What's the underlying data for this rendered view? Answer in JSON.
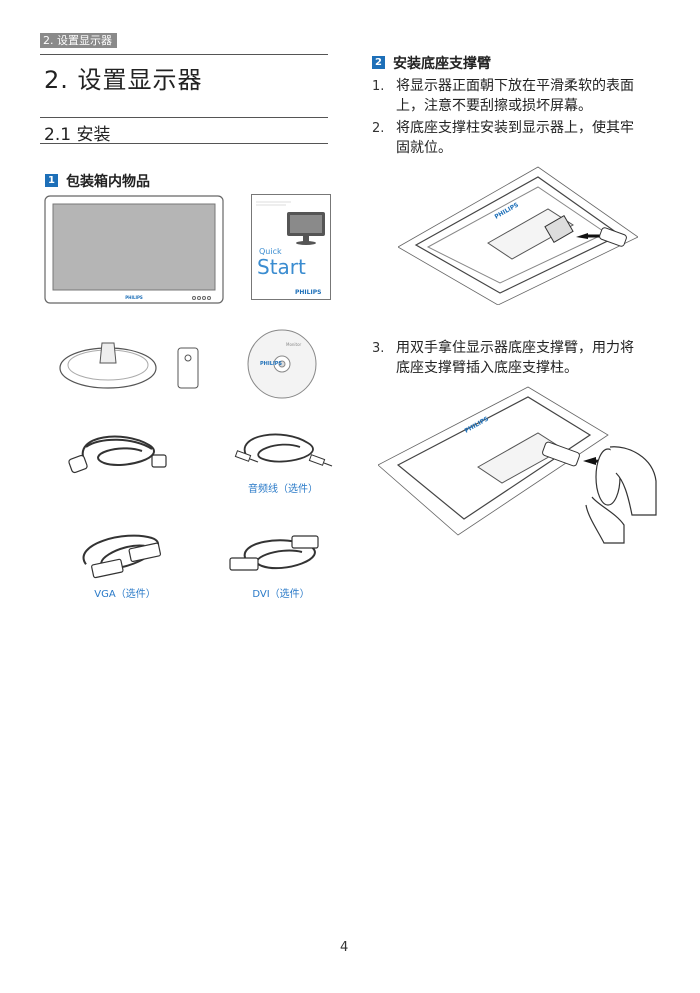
{
  "header": {
    "tab_label": "2. 设置显示器"
  },
  "section": {
    "title": "2. 设置显示器"
  },
  "subsection": {
    "title": "2.1 安装"
  },
  "package": {
    "badge": "1",
    "title": "包装箱内物品",
    "items": {
      "monitor_brand": "PHILIPS",
      "quick_start_small": "Quick",
      "quick_start_big": "Start",
      "quick_start_brand": "PHILIPS",
      "cd_brand": "PHILIPS",
      "cd_text": "Monitor",
      "audio_caption": "音频线（选件）",
      "vga_caption": "VGA（选件）",
      "dvi_caption": "DVI（选件）"
    }
  },
  "stand_install": {
    "badge": "2",
    "title": "安装底座支撑臂",
    "steps": [
      {
        "num": "1.",
        "line1": "将显示器正面朝下放在平滑柔软的表面",
        "line2": "上，注意不要刮擦或损坏屏幕。"
      },
      {
        "num": "2.",
        "line1": "将底座支撑柱安装到显示器上，使其牢",
        "line2": "固就位。"
      },
      {
        "num": "3.",
        "line1": "用双手拿住显示器底座支撑臂，用力将",
        "line2": "底座支撑臂插入底座支撑柱。"
      }
    ],
    "fig_brand_1": "PHILIPS",
    "fig_brand_2": "PHILIPS"
  },
  "footer": {
    "page_number": "4"
  }
}
